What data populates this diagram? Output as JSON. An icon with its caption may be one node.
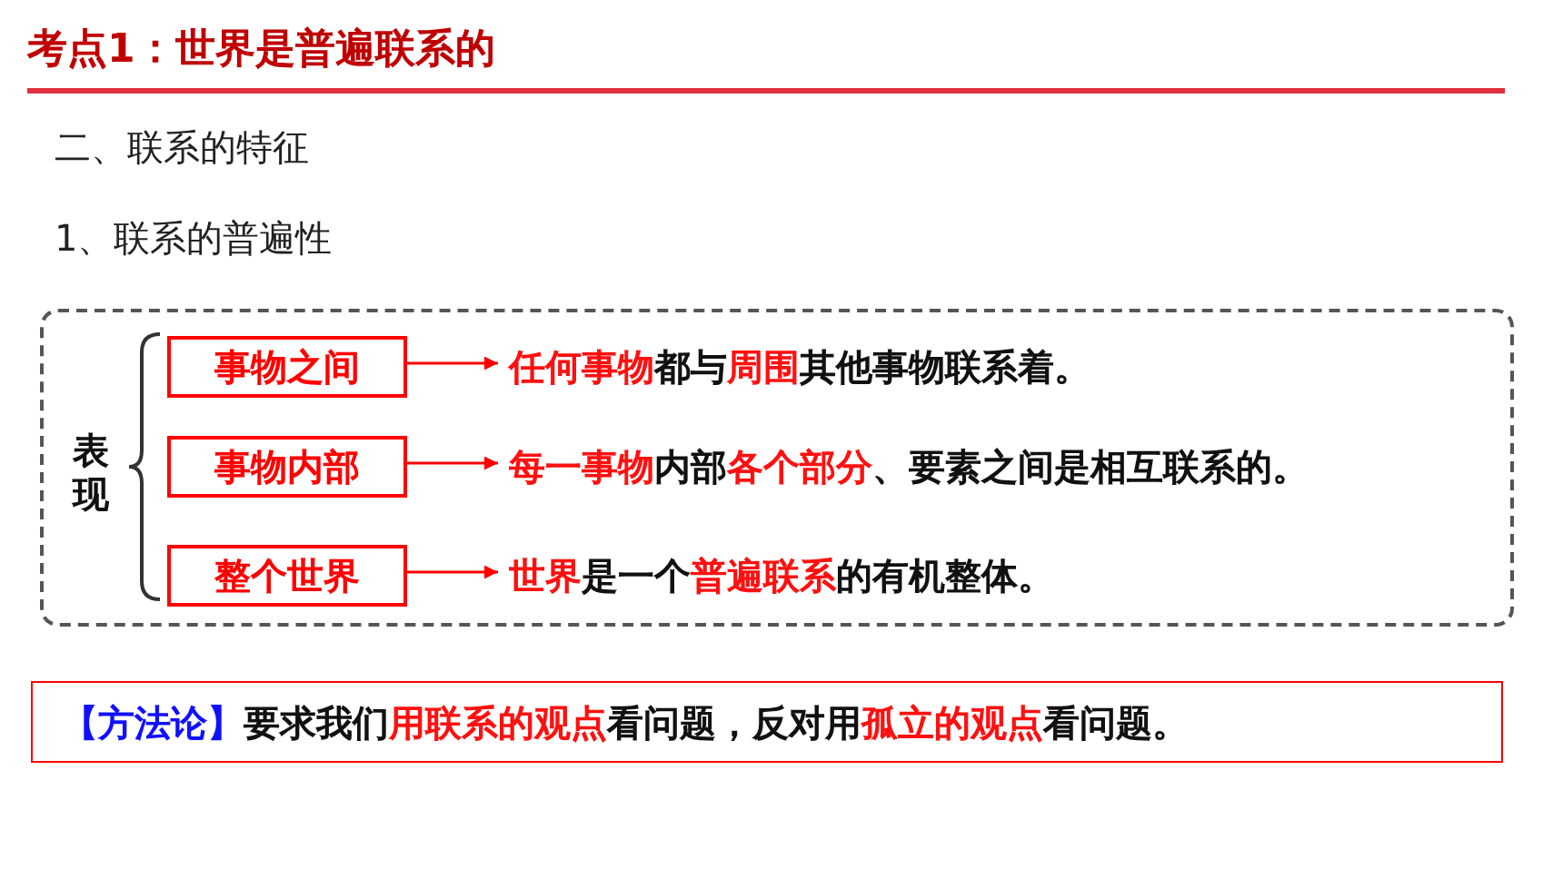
{
  "diagram": {
    "title": "考点1：世界是普遍联系的",
    "nodes": [
      {
        "text": [],
        "shape": "box"
      },
      {
        "text": [
          "事物之间"
        ],
        "in": 0
      },
      {
        "text": [
          "事物内部"
        ],
        "in": 0
      },
      {
        "text": [
          "整个世界"
        ],
        "in": 0
      },
      {
        "text": [
          "**任何事物**都与**周围**其他事物联系着。"
        ],
        "in": 0
      },
      {
        "text": [
          "**每一事物**内部**各个部分**、要素之间是相互联系的。"
        ],
        "in": 0
      },
      {
        "text": [
          "**世界**是一个**普遍联系**的有机整体。"
        ],
        "in": 0
      },
      {
        "text": [
          "【方法论】",
          "要求我们**用联系的观点**看问题，反对用**孤立的观点**看问题。"
        ]
      }
    ],
    "edges": [
      {
        "from": 1,
        "to": 4,
        "arrow": "to"
      },
      {
        "from": 2,
        "to": 5,
        "arrow": "to"
      },
      {
        "from": 3,
        "to": 6,
        "arrow": "to"
      }
    ],
    "labels": [
      "二、联系的特征",
      "1、联系的普遍性",
      "表现"
    ]
  }
}
